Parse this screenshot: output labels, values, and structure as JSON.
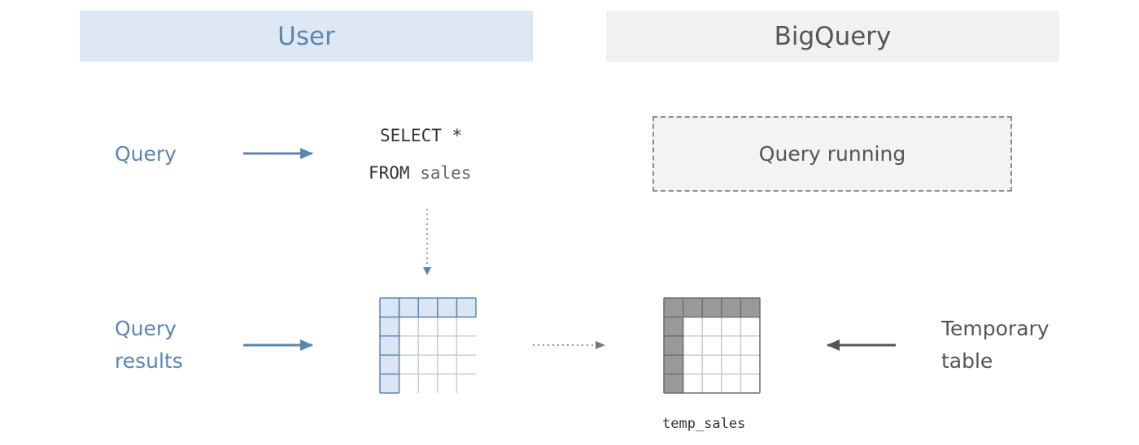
{
  "headers": {
    "user": "User",
    "bigquery": "BigQuery"
  },
  "labels": {
    "query": "Query",
    "query_results_line1": "Query",
    "query_results_line2": "results",
    "temporary_line1": "Temporary",
    "temporary_line2": "table"
  },
  "sql": {
    "select_keyword": "SELECT",
    "select_star": "*",
    "from_keyword": "FROM",
    "from_table": "sales"
  },
  "status": {
    "running": "Query running"
  },
  "temp_table_name": "temp_sales",
  "colors": {
    "user_accent": "#5b85b4",
    "user_header_bg": "#dde8f4",
    "bigquery_accent": "#555555",
    "bigquery_header_bg": "#f1f1f1",
    "user_table_header_cell": "#dae6f3",
    "bq_table_header_cell": "#999999"
  },
  "icons": {
    "results_table": "grid-table-icon",
    "temp_table": "grid-table-icon"
  }
}
